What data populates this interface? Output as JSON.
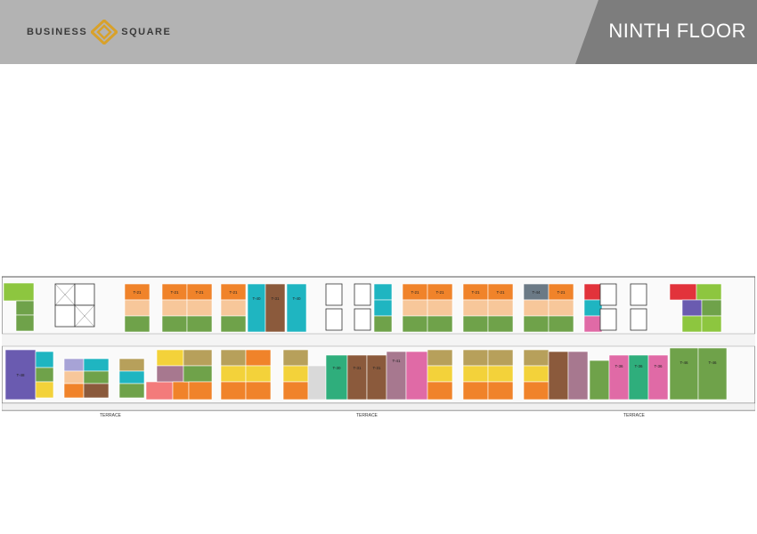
{
  "header": {
    "logo_left": "BUSINESS",
    "logo_right": "SQUARE",
    "floor_title": "NINTH FLOOR"
  },
  "plan": {
    "terrace_labels": [
      "TERRACE",
      "TERRACE",
      "TERRACE"
    ],
    "colors": {
      "orange": "#f0832a",
      "green": "#6fa24a",
      "peach": "#f7c79a",
      "teal": "#1fb5c1",
      "brown": "#8b5a3c",
      "gray": "#6b7a86",
      "lightgreen": "#8dc63f",
      "purple": "#6a5bb0",
      "yellow": "#f3d23a",
      "pink": "#e06aa6",
      "mauve": "#a7788f",
      "olive": "#b7a05b",
      "red": "#e2333b",
      "jade": "#2fae7c",
      "lightgray": "#d9d9d9"
    }
  }
}
